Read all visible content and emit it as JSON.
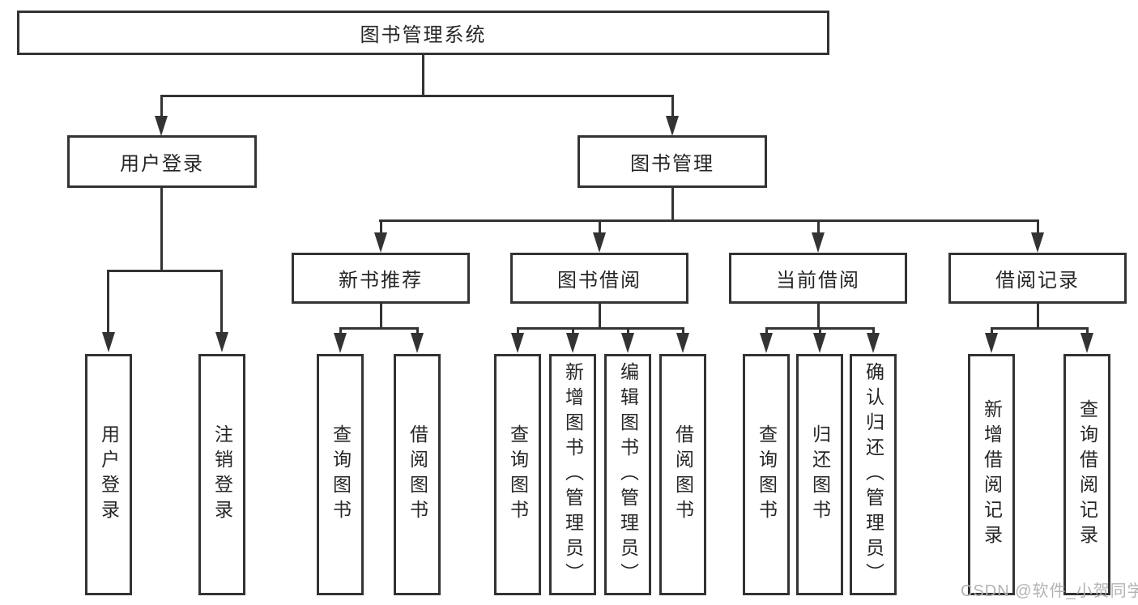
{
  "tree": {
    "root": {
      "label": "图书管理系统"
    },
    "level2": [
      {
        "label": "用户登录"
      },
      {
        "label": "图书管理"
      }
    ],
    "level3": [
      {
        "label": "新书推荐"
      },
      {
        "label": "图书借阅"
      },
      {
        "label": "当前借阅"
      },
      {
        "label": "借阅记录"
      }
    ],
    "leaves": {
      "user_login": [
        {
          "label": "用户登录"
        },
        {
          "label": "注销登录"
        }
      ],
      "new_book_recommend": [
        {
          "label": "查询图书"
        },
        {
          "label": "借阅图书"
        }
      ],
      "book_borrow": [
        {
          "label": "查询图书"
        },
        {
          "label": "新增图书（管理员）"
        },
        {
          "label": "编辑图书（管理员）"
        },
        {
          "label": "借阅图书"
        }
      ],
      "current_borrow": [
        {
          "label": "查询图书"
        },
        {
          "label": "归还图书"
        },
        {
          "label": "确认归还（管理员）"
        }
      ],
      "borrow_records": [
        {
          "label": "新增借阅记录"
        },
        {
          "label": "查询借阅记录"
        }
      ]
    }
  },
  "watermark": {
    "text": "CSDN @软件_小贺同学"
  },
  "colors": {
    "line": "#333333",
    "text": "#262626",
    "watermark": "#b3b3b3",
    "background": "#ffffff"
  }
}
